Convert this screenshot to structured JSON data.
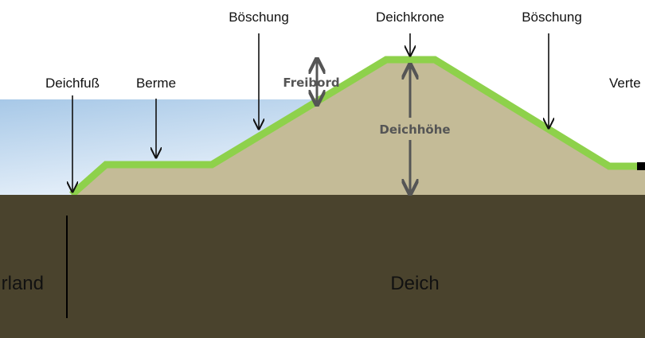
{
  "labels": {
    "boeschung_left": "Böschung",
    "deichkrone": "Deichkrone",
    "boeschung_right": "Böschung",
    "deichfuss": "Deichfuß",
    "berme": "Berme",
    "freibord": "Freibord",
    "verte": "Verte",
    "deichhoehe": "Deichhöhe",
    "region_left": "rland",
    "region_center": "Deich"
  },
  "colors": {
    "ground": "#4a432d",
    "dike_body": "#c4bb97",
    "grass": "#8ed14b",
    "water_top": "#a7c8e7",
    "water_bottom": "#e8f1fa",
    "arrow_black": "#111111",
    "arrow_grey": "#555555"
  }
}
